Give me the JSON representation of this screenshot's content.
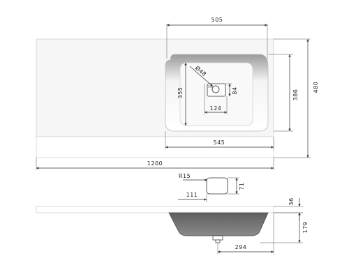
{
  "colors": {
    "background": "#ffffff",
    "countertop_top": "#f6f6f6",
    "countertop_front": "#ffffff",
    "basin_dark": "#6f6f6f",
    "basin_inner": "#f3f3f3",
    "dimension_line": "#333333"
  },
  "dimensions": {
    "bowl_width": "505",
    "total_depth": "480",
    "bowl_depth": "386",
    "inner_depth": "355",
    "drain_diameter": "Ø48",
    "drain_offset_y": "84",
    "drain_offset_x": "124",
    "bowl_outer_width": "545",
    "total_length": "1200",
    "corner_radius": "R15",
    "overflow_height": "71",
    "overflow_offset": "111",
    "slab_thickness": "36",
    "basin_height": "179",
    "drain_from_right": "294"
  }
}
